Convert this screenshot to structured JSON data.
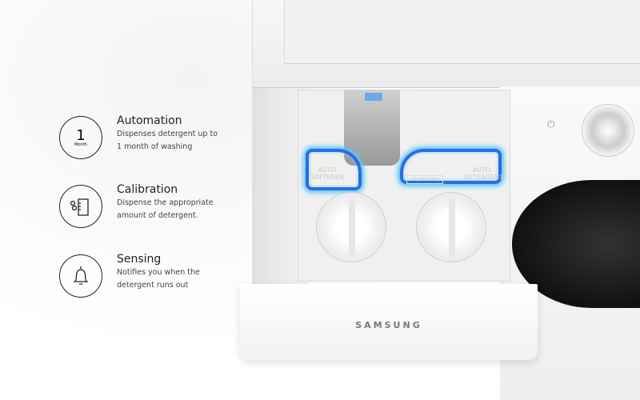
{
  "features": [
    {
      "icon": "one-month-icon",
      "icon_number": "1",
      "icon_label": "Month",
      "title": "Automation",
      "description": "Dispenses detergent up to 1 month of washing"
    },
    {
      "icon": "measuring-cup-icon",
      "title": "Calibration",
      "description": "Dispense the appropriate amount of detergent."
    },
    {
      "icon": "bell-icon",
      "title": "Sensing",
      "description": "Notifies you when the detergent runs out"
    }
  ],
  "machine": {
    "softener_label": "AUTO SOFTENER",
    "detergent_label": "AUTO DETERGENT",
    "liquid_only": "LIQUID ONLY",
    "brand": "SAMSUNG",
    "led_color": "#2a6be8"
  }
}
